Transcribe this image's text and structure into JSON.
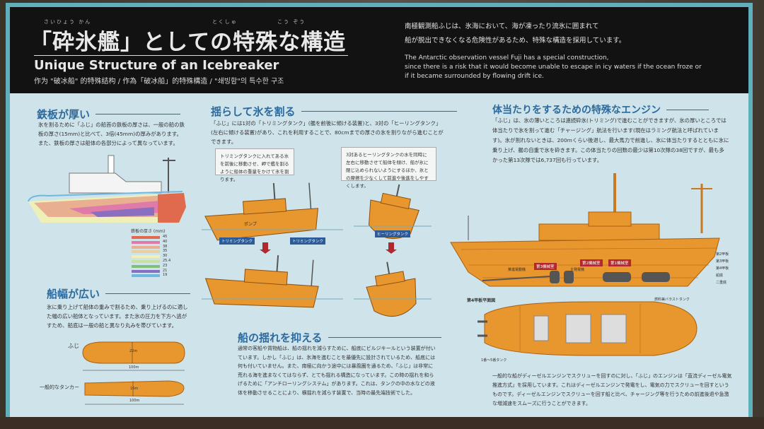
{
  "header": {
    "title_ruby": [
      "さいひょう かん",
      "とくしゅ",
      "こう ぞう"
    ],
    "title_jp": "「砕氷艦」としての特殊な構造",
    "title_en": "Unique Structure of an Icebreaker",
    "title_multilang": "作为 \"破冰船\" 的特殊结构  /  作為「破冰船」的特殊構造  /  \"쇄빙함\"의 특수한 구조",
    "intro_jp": [
      "南極観測船ふじは、氷海において、海が凍ったり流氷に囲まれて",
      "船が脱出できなくなる危険性があるため、特殊な構造を採用しています。"
    ],
    "intro_en": [
      "The Antarctic observation vessel Fuji has a special construction,",
      "since there is a risk that it would become unable to escape in icy waters if the ocean froze or",
      "if it became surrounded by flowing drift ice."
    ]
  },
  "sections": {
    "thick_plate": {
      "heading": "鉄板が厚い",
      "text": "氷を割るために「ふじ」の船首の鉄板の厚さは、一般の船の鉄板の厚さ(15mm)と比べて、3倍(45mm)の厚みがあります。また、鉄板の厚さは船体の各部分によって異なっています。",
      "legend_title": "鉄板の厚さ (mm)",
      "legend": [
        {
          "value": "45",
          "color": "#e06a4e"
        },
        {
          "value": "40",
          "color": "#e07aa8"
        },
        {
          "value": "38",
          "color": "#e8b090"
        },
        {
          "value": "35",
          "color": "#e9cfa0"
        },
        {
          "value": "30",
          "color": "#eef0b8"
        },
        {
          "value": "25.4",
          "color": "#c8e0a0"
        },
        {
          "value": "23",
          "color": "#7fbf7a"
        },
        {
          "value": "21",
          "color": "#8a6fc0"
        },
        {
          "value": "19",
          "color": "#6fb8e0"
        }
      ]
    },
    "wide_beam": {
      "heading": "船幅が広い",
      "text": "氷に乗り上げて船体の重みで割るため、乗り上げるのに適した幅の広い船体となっています。また氷の圧力を下方へ逃がすため、船底は一般の船と異なり丸みを帯びています。",
      "fuji_label": "ふじ",
      "fuji_width": "22m",
      "fuji_length": "100m",
      "tanker_label": "一般的なタンカー",
      "tanker_width": "16m",
      "tanker_length": "100m"
    },
    "rocking": {
      "heading": "揺らして氷を割る",
      "text": "「ふじ」には1対の「トリミングタンク」(艦を前後に傾ける装置)と、3対の「ヒーリングタンク」(左右に傾ける装置)があり、これを利用することで、80cmまでの厚さの氷を割りながら進むことができます。",
      "callout_trim": "トリミングタンクに入れてある水を前後に移動させ、岬で艦を割るように船体の重量をかけて氷を割ります。",
      "callout_heel": "3対あるヒーリングタンクの水を同時に左右に移動させて船体を傾け、船が氷に閉じ込められないようにするほか、氷との摩擦を少なくして前進や後進をしやすくします。",
      "pump_label": "ポンプ",
      "trim_tank_label": "トリミングタンク",
      "heel_tank_label": "ヒーリングタンク"
    },
    "anti_roll": {
      "heading": "船の揺れを抑える",
      "text": "通常の客船や貨物船は、船の揺れを減らすために、船底にビルジキールという装置が付いています。しかし「ふじ」は、氷海を進むことを最優先に設計されているため、船底には何も付いていません。また、南極に向かう途中には暴風圏を通るため、「ふじ」は非常に荒れる海を進まなくてはならず、とても揺れる構造になっています。この時の揺れを和らげるために「アンチローリングシステム」があります。これは、タンクの中の水などの液体を移動させることにより、横揺れを減らす装置で、当時の最先端技術でした。"
    },
    "engine": {
      "heading": "体当たりをするための特殊なエンジン",
      "text": "「ふじ」は、氷の薄いところは連続砕氷(トリミング)で進むことができますが、氷の厚いところでは体当たりで氷を割って進む「チャージング」航法を行います(現在はラミング航法と呼ばれています)。氷が割れないときは、200mくらい後退し、最大馬力で前進し、氷に体当たりするとともに氷に乗り上げ、艦の自重で氷を砕きます。この体当たりの回数の最少は第10次隊の38回ですが、最も多かった第13次隊では6,737回も行っています。",
      "deck_labels": [
        "第2甲板",
        "第3甲板",
        "第4甲板",
        "船底",
        "二重底"
      ],
      "room_labels": [
        "第3機械室",
        "第2機械室",
        "第1機械室"
      ],
      "motor_label": "推進電動機",
      "generator_label": "主発電機",
      "plan_title": "第4甲板平面図",
      "ballast_label": "燃料兼バラストタンク",
      "tank_range": "1番～5番タンク",
      "bottom_text": "一般的な船がディーゼルエンジンでスクリューを回すのに対し、「ふじ」のエンジンは「直流ディーゼル電気推進方式」を採用しています。これはディーゼルエンジンで発電をし、電気の力でスクリューを回すというものです。ディーゼルエンジンでスクリューを回す船と比べ、チャージング等を行うための前進後退や急激な増減速をスムーズに行うことができます。"
    }
  },
  "colors": {
    "hull": "#e8962e",
    "heading": "#2d6a9e",
    "panel_bg": "#cfe3ea",
    "header_bg": "#121212"
  }
}
